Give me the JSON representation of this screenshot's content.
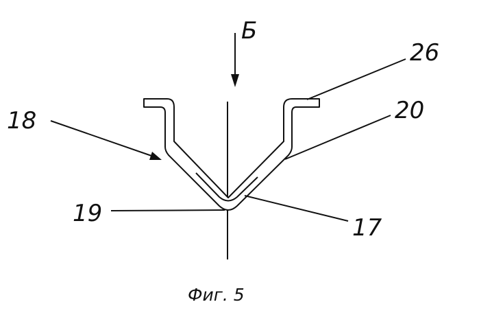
{
  "figure": {
    "view_label": "Б",
    "caption": "Фиг. 5",
    "labels": {
      "l18": "18",
      "l19": "19",
      "l17": "17",
      "l20": "20",
      "l26": "26"
    }
  }
}
